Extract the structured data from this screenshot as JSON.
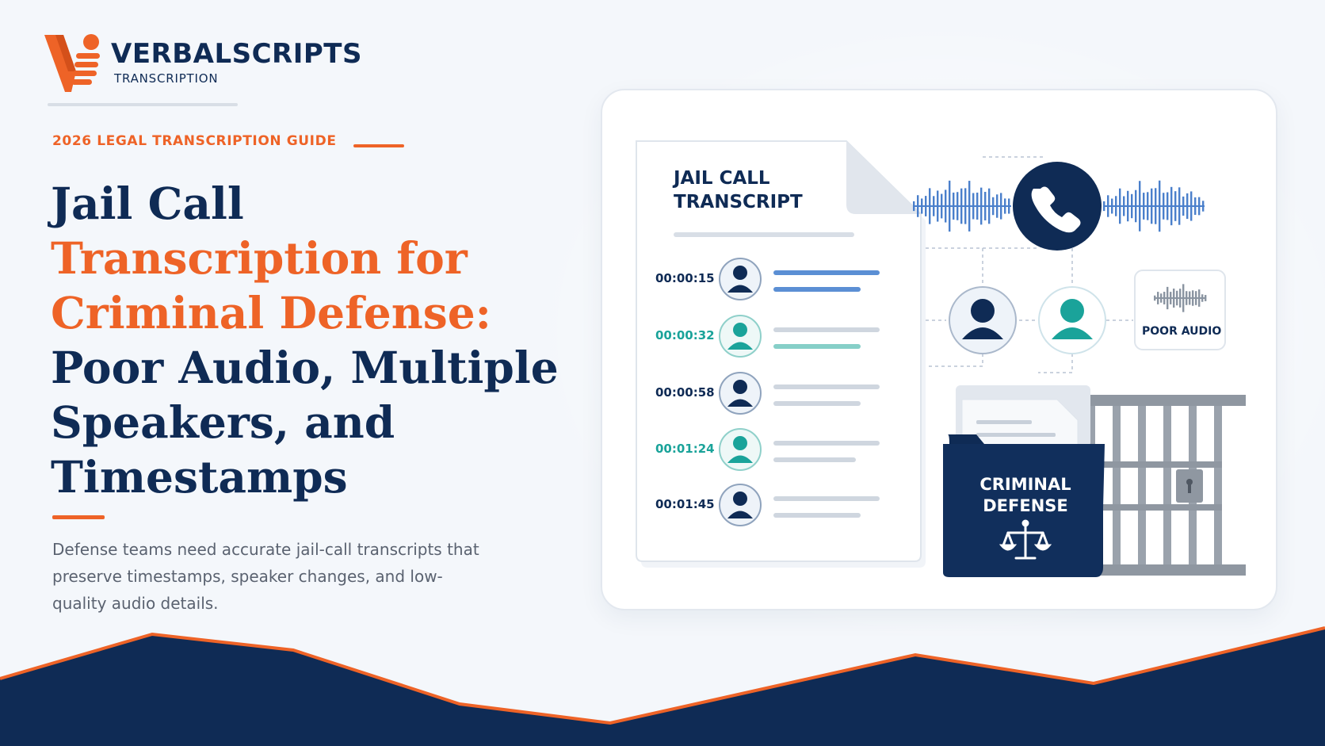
{
  "brand": {
    "name": "VERBALSCRIPTS",
    "tagline": "TRANSCRIPTION"
  },
  "eyebrow": "2026 LEGAL TRANSCRIPTION GUIDE",
  "headline": {
    "line1": "Jail Call",
    "line2": "Transcription for",
    "line3": "Criminal Defense:",
    "line4": "Poor Audio, Multiple",
    "line5": "Speakers, and",
    "line6": "Timestamps"
  },
  "description": "Defense teams need accurate jail-call transcripts that preserve timestamps, speaker changes, and low-quality audio details.",
  "illustration": {
    "document_title_line1": "JAIL CALL",
    "document_title_line2": "TRANSCRIPT",
    "entries": [
      {
        "time": "00:00:15",
        "speaker": "navy"
      },
      {
        "time": "00:00:32",
        "speaker": "teal"
      },
      {
        "time": "00:00:58",
        "speaker": "navy"
      },
      {
        "time": "00:01:24",
        "speaker": "teal"
      },
      {
        "time": "00:01:45",
        "speaker": "navy"
      }
    ],
    "poor_audio_label": "POOR AUDIO",
    "folder_label_line1": "CRIMINAL",
    "folder_label_line2": "DEFENSE",
    "icons": [
      "phone-icon",
      "soundwave-icon",
      "user-icon",
      "scales-of-justice-icon",
      "jail-bars-icon",
      "document-icon",
      "folder-icon"
    ]
  },
  "colors": {
    "navy": "#0f2b55",
    "orange": "#ee6327",
    "teal": "#1aa39a",
    "blue_line": "#5b8fd4",
    "gray_text": "#5a6270",
    "background": "#f4f7fb"
  }
}
